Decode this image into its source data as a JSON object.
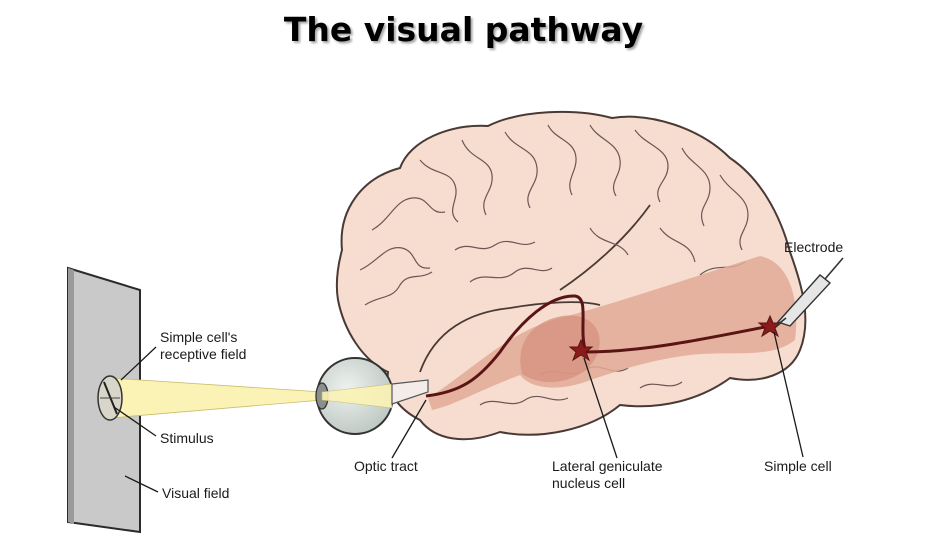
{
  "title": "The visual pathway",
  "labels": {
    "electrode": "Electrode",
    "receptive_field_line1": "Simple cell's",
    "receptive_field_line2": "receptive field",
    "stimulus": "Stimulus",
    "visual_field": "Visual field",
    "optic_tract": "Optic tract",
    "lgn_line1": "Lateral geniculate",
    "lgn_line2": "nucleus cell",
    "simple_cell": "Simple cell"
  },
  "colors": {
    "brain_fill": "#f6ddd0",
    "brain_outline": "#4a3a36",
    "pathway_band": "#e2aa97",
    "pathway_band_dark": "#d48f7c",
    "nerve": "#5a1414",
    "neuron": "#8b1a1a",
    "screen": "#c8c8c8",
    "eye": "#dde4df",
    "light_beam": "#fbf3b5"
  }
}
